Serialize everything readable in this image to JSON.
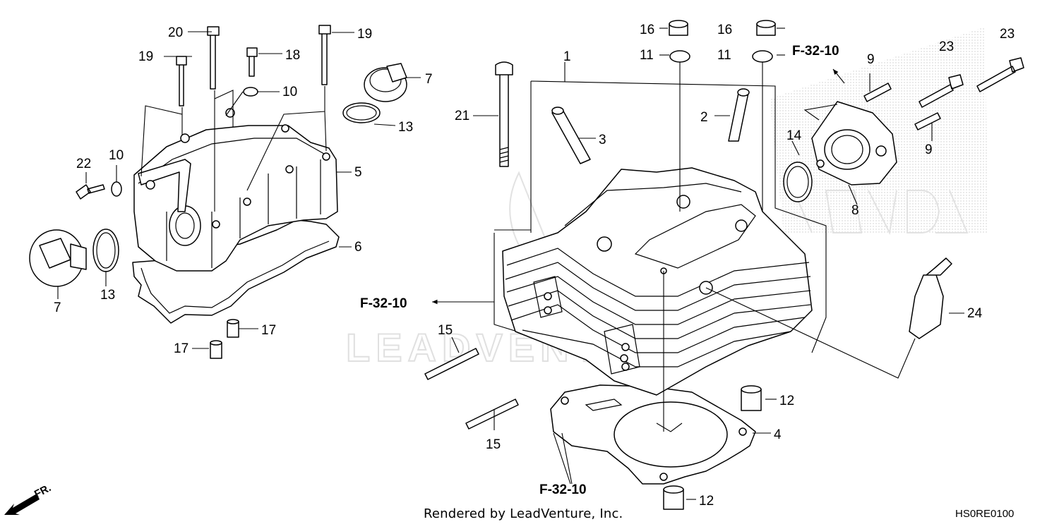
{
  "watermark": {
    "text": "LEADVENTURE",
    "brand": "HONDA"
  },
  "parts": [
    {
      "id": "1",
      "label": "1"
    },
    {
      "id": "2",
      "label": "2"
    },
    {
      "id": "3",
      "label": "3"
    },
    {
      "id": "4",
      "label": "4"
    },
    {
      "id": "5",
      "label": "5"
    },
    {
      "id": "6",
      "label": "6"
    },
    {
      "id": "7a",
      "label": "7"
    },
    {
      "id": "7b",
      "label": "7"
    },
    {
      "id": "8",
      "label": "8"
    },
    {
      "id": "9a",
      "label": "9"
    },
    {
      "id": "9b",
      "label": "9"
    },
    {
      "id": "10a",
      "label": "10"
    },
    {
      "id": "10b",
      "label": "10"
    },
    {
      "id": "11a",
      "label": "11"
    },
    {
      "id": "11b",
      "label": "11"
    },
    {
      "id": "12a",
      "label": "12"
    },
    {
      "id": "12b",
      "label": "12"
    },
    {
      "id": "13a",
      "label": "13"
    },
    {
      "id": "13b",
      "label": "13"
    },
    {
      "id": "14",
      "label": "14"
    },
    {
      "id": "15a",
      "label": "15"
    },
    {
      "id": "15b",
      "label": "15"
    },
    {
      "id": "16a",
      "label": "16"
    },
    {
      "id": "16b",
      "label": "16"
    },
    {
      "id": "17a",
      "label": "17"
    },
    {
      "id": "17b",
      "label": "17"
    },
    {
      "id": "18",
      "label": "18"
    },
    {
      "id": "19a",
      "label": "19"
    },
    {
      "id": "19b",
      "label": "19"
    },
    {
      "id": "20",
      "label": "20"
    },
    {
      "id": "21",
      "label": "21"
    },
    {
      "id": "22",
      "label": "22"
    },
    {
      "id": "23a",
      "label": "23"
    },
    {
      "id": "23b",
      "label": "23"
    },
    {
      "id": "24",
      "label": "24"
    }
  ],
  "refs": {
    "r1": "F-32-10",
    "r2": "F-32-10",
    "r3": "F-32-10"
  },
  "direction": {
    "label": "FR."
  },
  "footer": {
    "rendered_by": "Rendered by LeadVenture, Inc.",
    "code": "HS0RE0100"
  }
}
